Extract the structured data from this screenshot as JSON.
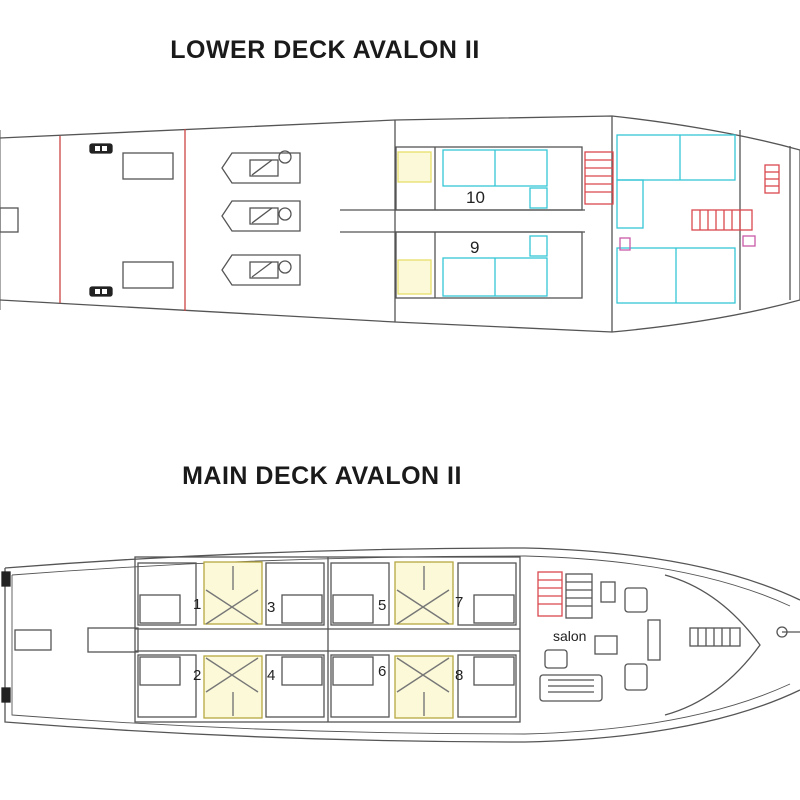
{
  "lower_deck": {
    "title": "LOWER DECK AVALON II",
    "cabins": [
      {
        "number": "10"
      },
      {
        "number": "9"
      }
    ]
  },
  "main_deck": {
    "title": "MAIN DECK AVALON II",
    "cabins": [
      {
        "number": "1"
      },
      {
        "number": "2"
      },
      {
        "number": "3"
      },
      {
        "number": "4"
      },
      {
        "number": "5"
      },
      {
        "number": "6"
      },
      {
        "number": "7"
      },
      {
        "number": "8"
      }
    ],
    "salon_label": "salon"
  },
  "colors": {
    "outline": "#444444",
    "bed": "#35c7d6",
    "wet_area": "#f2ee8a",
    "stairs": "#d9484e",
    "fixture": "#c95aa8",
    "divider": "#c44"
  }
}
